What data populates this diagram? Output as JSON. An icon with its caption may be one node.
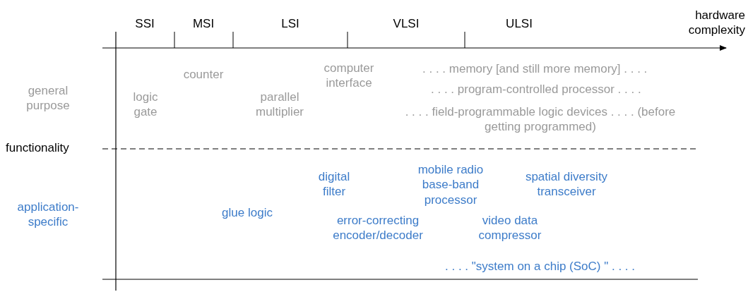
{
  "diagram": {
    "labels": [
      "hardware complexity",
      "SSI",
      "MSI",
      "LSI",
      "VLSI",
      "ULSI",
      "counter",
      "computer interface",
      ". . . . memory [and still more memory] . . . .",
      "general purpose",
      "logic gate",
      "parallel multiplier",
      ". . . . program-controlled processor . . . .",
      ". . . . field-programmable logic devices . . . . (before getting programmed)",
      "functionality",
      "digital filter",
      "mobile radio base-band processor",
      "spatial diversity transceiver",
      "application-specific",
      "glue logic",
      "error-correcting encoder/decoder",
      "video data compressor",
      ". . . . \"system on a chip (SoC) \" . . . ."
    ]
  }
}
